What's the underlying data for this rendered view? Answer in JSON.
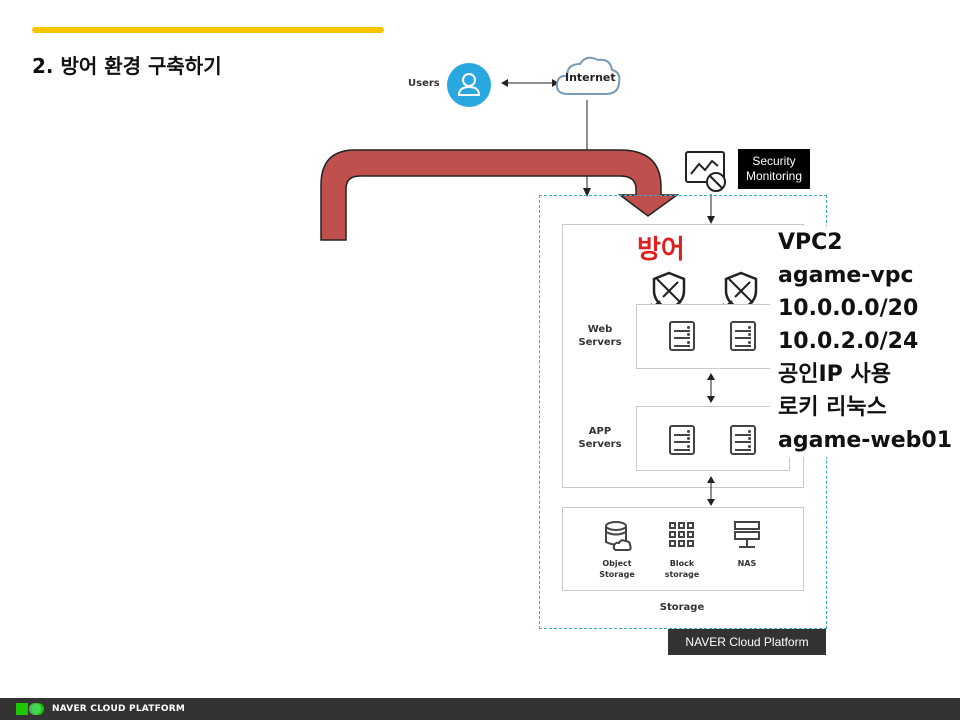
{
  "title": "2. 방어 환경 구축하기",
  "users_label": "Users",
  "internet_label": "Internet",
  "security": {
    "line1": "Security",
    "line2": "Monitoring"
  },
  "defense_label": "방어",
  "web_servers": {
    "line1": "Web",
    "line2": "Servers"
  },
  "app_servers": {
    "line1": "APP",
    "line2": "Servers"
  },
  "storage": {
    "object": {
      "line1": "Object",
      "line2": "Storage"
    },
    "block": {
      "line1": "Block",
      "line2": "storage"
    },
    "nas": "NAS",
    "title": "Storage"
  },
  "ncp_tag": "NAVER Cloud Platform",
  "info": [
    "VPC2",
    "agame-vpc",
    "10.0.0.0/20",
    "10.0.2.0/24",
    "공인IP 사용",
    "로키 리눅스",
    "agame-web01"
  ],
  "footer": {
    "brand": "NAVER CLOUD PLATFORM"
  },
  "colors": {
    "accent_yellow": "#f7c500",
    "arrow_red": "#c0504d",
    "frame_blue": "#3aa7d9",
    "user_blue": "#29a8e0",
    "defense_red": "#e01f1f"
  }
}
